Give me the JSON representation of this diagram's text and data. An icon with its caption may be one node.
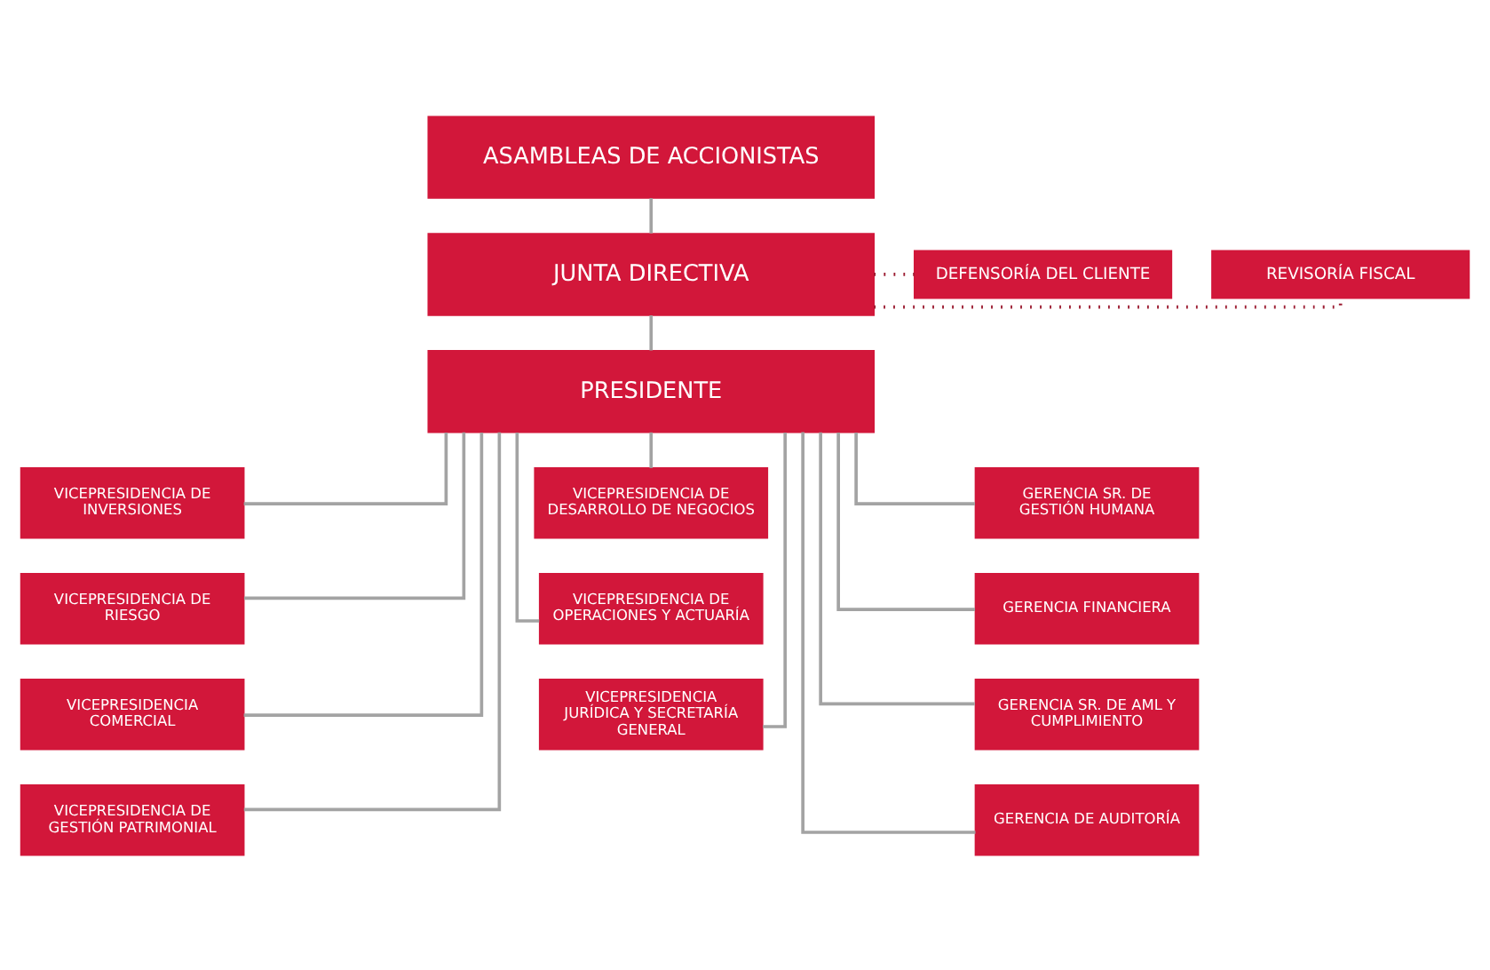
{
  "diagram": {
    "nodes": [
      {
        "text": [
          "ASAMBLEAS DE ACCIONISTAS"
        ]
      },
      {
        "text": [
          "JUNTA DIRECTIVA"
        ]
      },
      {
        "text": [
          "DEFENSORÍA DEL CLIENTE"
        ]
      },
      {
        "text": [
          "REVISORÍA FISCAL"
        ]
      },
      {
        "text": [
          "PRESIDENTE"
        ]
      },
      {
        "text": [
          "VICEPRESIDENCIA DE INVERSIONES"
        ]
      },
      {
        "text": [
          "VICEPRESIDENCIA DE RIESGO"
        ]
      },
      {
        "text": [
          "VICEPRESIDENCIA COMERCIAL"
        ]
      },
      {
        "text": [
          "VICEPRESIDENCIA DE GESTIÓN PATRIMONIAL"
        ]
      },
      {
        "text": [
          "VICEPRESIDENCIA DE DESARROLLO DE NEGOCIOS"
        ]
      },
      {
        "text": [
          "VICEPRESIDENCIA DE OPERACIONES Y ACTUARÍA"
        ]
      },
      {
        "text": [
          "VICEPRESIDENCIA JURÍDICA Y SECRETARÍA GENERAL"
        ]
      },
      {
        "text": [
          "GERENCIA SR. DE GESTIÓN HUMANA"
        ]
      },
      {
        "text": [
          "GERENCIA FINANCIERA"
        ]
      },
      {
        "text": [
          "GERENCIA SR. DE AML Y CUMPLIMIENTO"
        ]
      },
      {
        "text": [
          "GERENCIA DE AUDITORÍA"
        ]
      }
    ],
    "edges": [
      {
        "from": 0,
        "to": 1,
        "arrow": "none"
      },
      {
        "from": 1,
        "to": 2,
        "arrow": "none",
        "style": "dashed",
        "color": "#9b1b30"
      },
      {
        "from": 1,
        "to": 3,
        "arrow": "none",
        "style": "dashed",
        "color": "#9b1b30"
      },
      {
        "from": 1,
        "to": 4,
        "arrow": "none"
      },
      {
        "from": 4,
        "to": 5,
        "arrow": "none"
      },
      {
        "from": 4,
        "to": 6,
        "arrow": "none"
      },
      {
        "from": 4,
        "to": 7,
        "arrow": "none"
      },
      {
        "from": 4,
        "to": 8,
        "arrow": "none"
      },
      {
        "from": 4,
        "to": 9,
        "arrow": "none"
      },
      {
        "from": 4,
        "to": 10,
        "arrow": "none"
      },
      {
        "from": 4,
        "to": 11,
        "arrow": "none"
      },
      {
        "from": 4,
        "to": 12,
        "arrow": "none"
      },
      {
        "from": 4,
        "to": 13,
        "arrow": "none"
      },
      {
        "from": 4,
        "to": 14,
        "arrow": "none"
      },
      {
        "from": 4,
        "to": 15,
        "arrow": "none"
      }
    ]
  }
}
